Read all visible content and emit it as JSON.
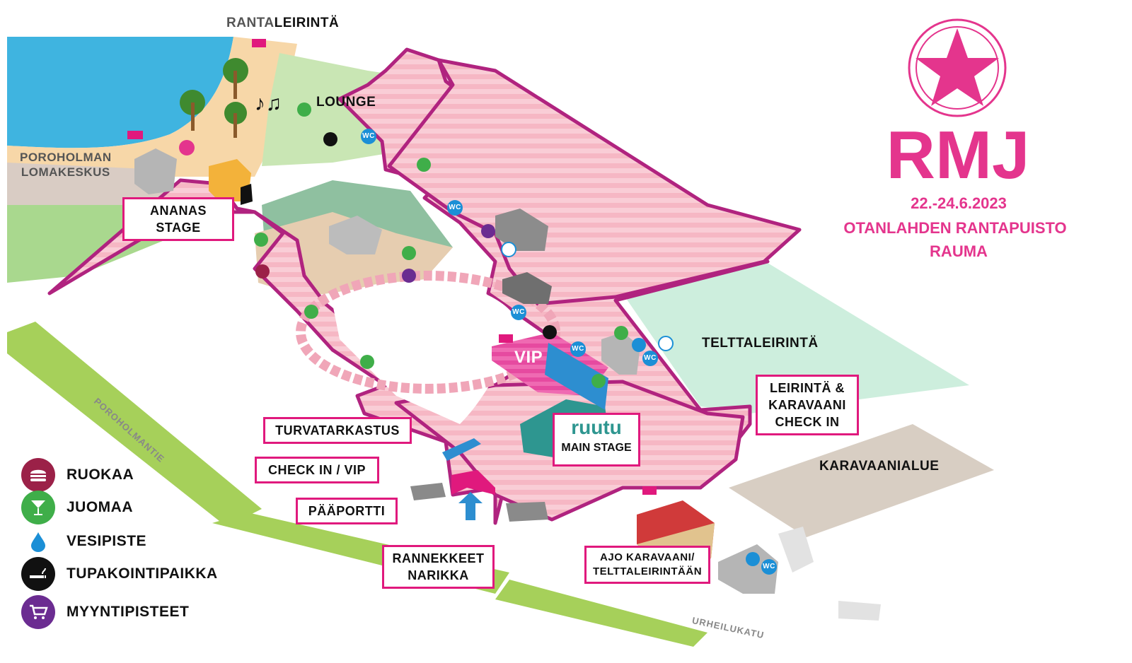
{
  "event": {
    "logo_text": "RMJ",
    "dates": "22.-24.6.2023",
    "venue": "OTANLAHDEN RANTAPUISTO",
    "city": "RAUMA",
    "accent_color": "#e4358d"
  },
  "areas": {
    "rantaleirinta_prefix": "RANTA",
    "rantaleirinta_suffix": "LEIRINTÄ",
    "poroholman": "POROHOLMAN\nLOMAKESKUS",
    "lounge": "LOUNGE",
    "telttaleirinta": "TELTTALEIRINTÄ",
    "karavaanialue": "KARAVAANIALUE",
    "vip": "VIP",
    "main_stage_brand": "ruutu",
    "main_stage": "MAIN STAGE"
  },
  "callouts": {
    "ananas_stage": "ANANAS STAGE",
    "turvatarkastus": "TURVATARKASTUS",
    "checkin_vip": "CHECK IN / VIP",
    "paaportti": "PÄÄPORTTI",
    "rannekkeet": "RANNEKKEET\nNARIKKA",
    "leirinta_checkin": "LEIRINTÄ &\nKARAVAANI\nCHECK IN",
    "ajo_karavaani": "AJO KARAVAANI/\nTELTTALEIRINTÄÄN"
  },
  "roads": {
    "poroholmantie": "POROHOLMANTIE",
    "urheilukatu": "URHEILUKATU"
  },
  "map_icons": {
    "wc": "WC",
    "music_notes": "♪♫"
  },
  "legend": [
    {
      "label": "RUOKAA",
      "icon": "burger-icon",
      "color": "#9b2148"
    },
    {
      "label": "JUOMAA",
      "icon": "cocktail-icon",
      "color": "#3fae49"
    },
    {
      "label": "VESIPISTE",
      "icon": "water-drop-icon",
      "color": "#1b8fd6"
    },
    {
      "label": "TUPAKOINTIPAIKKA",
      "icon": "smoking-icon",
      "color": "#111111"
    },
    {
      "label": "MYYNTIPISTEET",
      "icon": "cart-icon",
      "color": "#6b2c91"
    }
  ],
  "colors": {
    "festival_area": "#f6b7c4",
    "festival_border": "#b0237f",
    "grass": "#bfe3a8",
    "lawn_strip": "#a6d05a",
    "beach": "#f7d7a8",
    "water": "#3fb4e0",
    "tent_area": "#cdeedd",
    "caravan_area": "#d8cec3"
  }
}
